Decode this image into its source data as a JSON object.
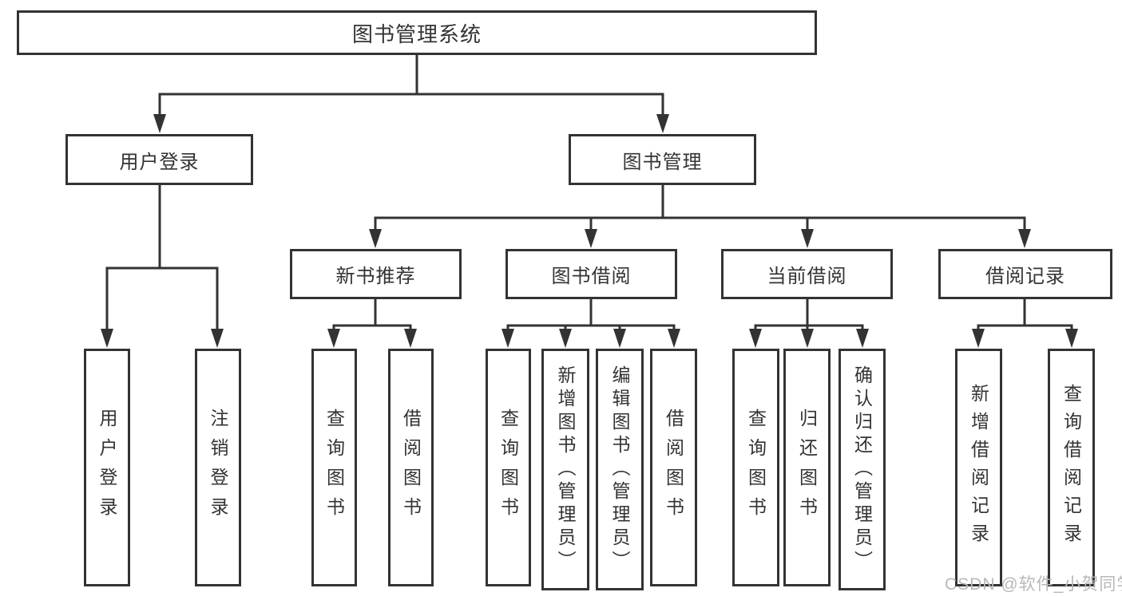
{
  "diagram_title": "图书管理系统",
  "nodes": {
    "root": "图书管理系统",
    "user_login": "用户登录",
    "book_mgmt": "图书管理",
    "new_book_rec": "新书推荐",
    "book_borrow": "图书借阅",
    "current_borrow": "当前借阅",
    "borrow_records": "借阅记录",
    "leaf_user_login": "用户登录",
    "leaf_logout": "注销登录",
    "leaf_query_book_rec": "查询图书",
    "leaf_borrow_book_rec": "借阅图书",
    "leaf_query_book_borrow": "查询图书",
    "leaf_add_book_admin": "新增图书（管理员）",
    "leaf_edit_book_admin": "编辑图书（管理员）",
    "leaf_borrow_book_borrow": "借阅图书",
    "leaf_query_book_current": "查询图书",
    "leaf_return_book": "归还图书",
    "leaf_confirm_return_admin": "确认归还（管理员）",
    "leaf_add_borrow_record": "新增借阅记录",
    "leaf_query_borrow_record": "查询借阅记录"
  },
  "hierarchy": {
    "root": "图书管理系统",
    "branches": [
      {
        "label": "用户登录",
        "children": [
          "用户登录",
          "注销登录"
        ]
      },
      {
        "label": "图书管理",
        "children_groups": [
          {
            "label": "新书推荐",
            "children": [
              "查询图书",
              "借阅图书"
            ]
          },
          {
            "label": "图书借阅",
            "children": [
              "查询图书",
              "新增图书（管理员）",
              "编辑图书（管理员）",
              "借阅图书"
            ]
          },
          {
            "label": "当前借阅",
            "children": [
              "查询图书",
              "归还图书",
              "确认归还（管理员）"
            ]
          },
          {
            "label": "借阅记录",
            "children": [
              "新增借阅记录",
              "查询借阅记录"
            ]
          }
        ]
      }
    ]
  },
  "watermark": "CSDN @软件_小贺同学",
  "colors": {
    "line": "#333333",
    "border": "#333333",
    "text": "#333333",
    "watermark_text": "#b8b8b8",
    "background": "#ffffff"
  }
}
